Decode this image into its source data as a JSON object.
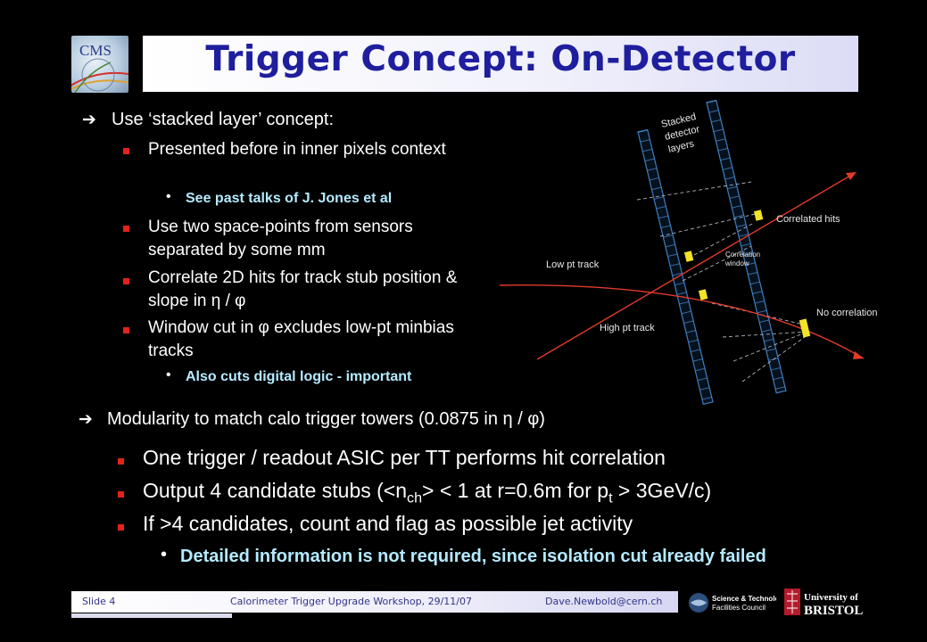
{
  "header": {
    "title": "Trigger Concept: On-Detector",
    "logo_text": "CMS"
  },
  "upper_bullets": {
    "b1": "Use ‘stacked layer’ concept:",
    "b1_1": "Presented before in inner pixels context",
    "b1_1_1": "See past talks of J. Jones et al",
    "b1_2": "Use two space-points from sensors separated by some mm",
    "b1_3": "Correlate 2D hits for track stub position & slope in η / φ",
    "b1_4": "Window cut in φ excludes low-pt minbias tracks",
    "b1_4_1": "Also cuts digital logic - important"
  },
  "lower_bullets": {
    "b2": "Modularity to match calo trigger towers (0.0875 in η / φ)",
    "b2_1": "One trigger / readout ASIC per TT performs hit correlation",
    "b2_2_a": "Output 4 candidate stubs (<n",
    "b2_2_sub1": "ch",
    "b2_2_b": "> < 1 at r=0.6m for p",
    "b2_2_sub2": "t",
    "b2_2_c": " > 3GeV/c)",
    "b2_3": "If >4 candidates, count and flag as possible jet activity",
    "b2_3_1": "Detailed information is not required, since isolation cut already failed"
  },
  "diagram": {
    "label_layers_1": "Stacked",
    "label_layers_2": "detector",
    "label_layers_3": "layers",
    "label_correlated": "Correlated hits",
    "label_window_1": "Correlation",
    "label_window_2": "window",
    "label_low_pt": "Low pt track",
    "label_high_pt": "High pt track",
    "label_no_corr": "No correlation",
    "colors": {
      "layer": "#3f7fbf",
      "track": "#e23a2a",
      "hit": "#f2e22a"
    }
  },
  "footer": {
    "slide": "Slide 4",
    "event": "Calorimeter Trigger Upgrade Workshop, 29/11/07",
    "email": "Dave.Newbold@cern.ch",
    "stfc_1": "Science & Technology",
    "stfc_2": "Facilities Council",
    "bristol_1": "University of",
    "bristol_2": "BRISTOL"
  }
}
